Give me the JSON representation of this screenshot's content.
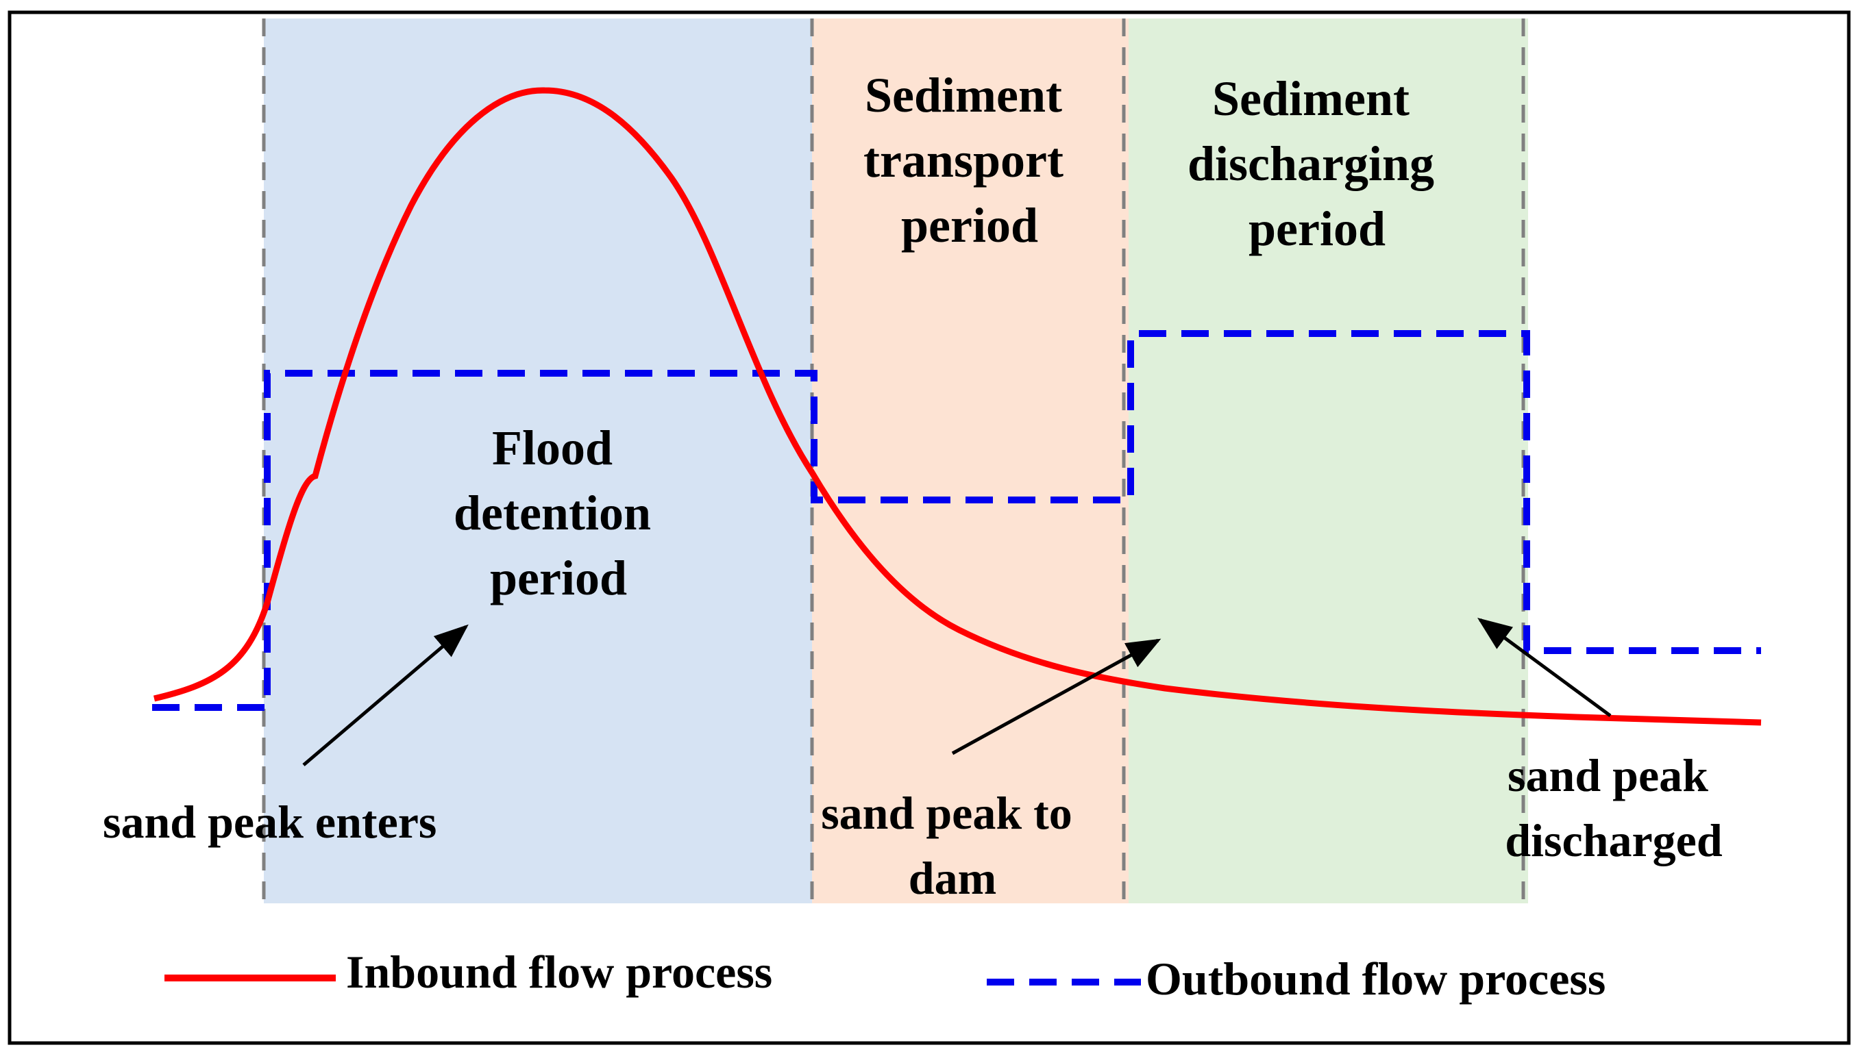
{
  "periods": {
    "flood_detention": [
      "Flood",
      "detention",
      "period"
    ],
    "sediment_transport": [
      "Sediment",
      "transport",
      "period"
    ],
    "sediment_discharging": [
      "Sediment",
      "discharging",
      "period"
    ]
  },
  "annotations": {
    "sand_peak_enters": "sand peak enters",
    "sand_peak_to_dam": [
      "sand peak  to",
      "dam"
    ],
    "sand_peak_discharged": [
      "sand peak",
      "discharged"
    ]
  },
  "legend": {
    "inbound": "Inbound flow process",
    "outbound": "Outbound flow process"
  },
  "colors": {
    "flood_region": "#d6e3f3",
    "transport_region": "#fde3d3",
    "discharging_region": "#dff0da",
    "inbound_line": "#ff0000",
    "outbound_line": "#0000ee",
    "divider": "#808080"
  }
}
